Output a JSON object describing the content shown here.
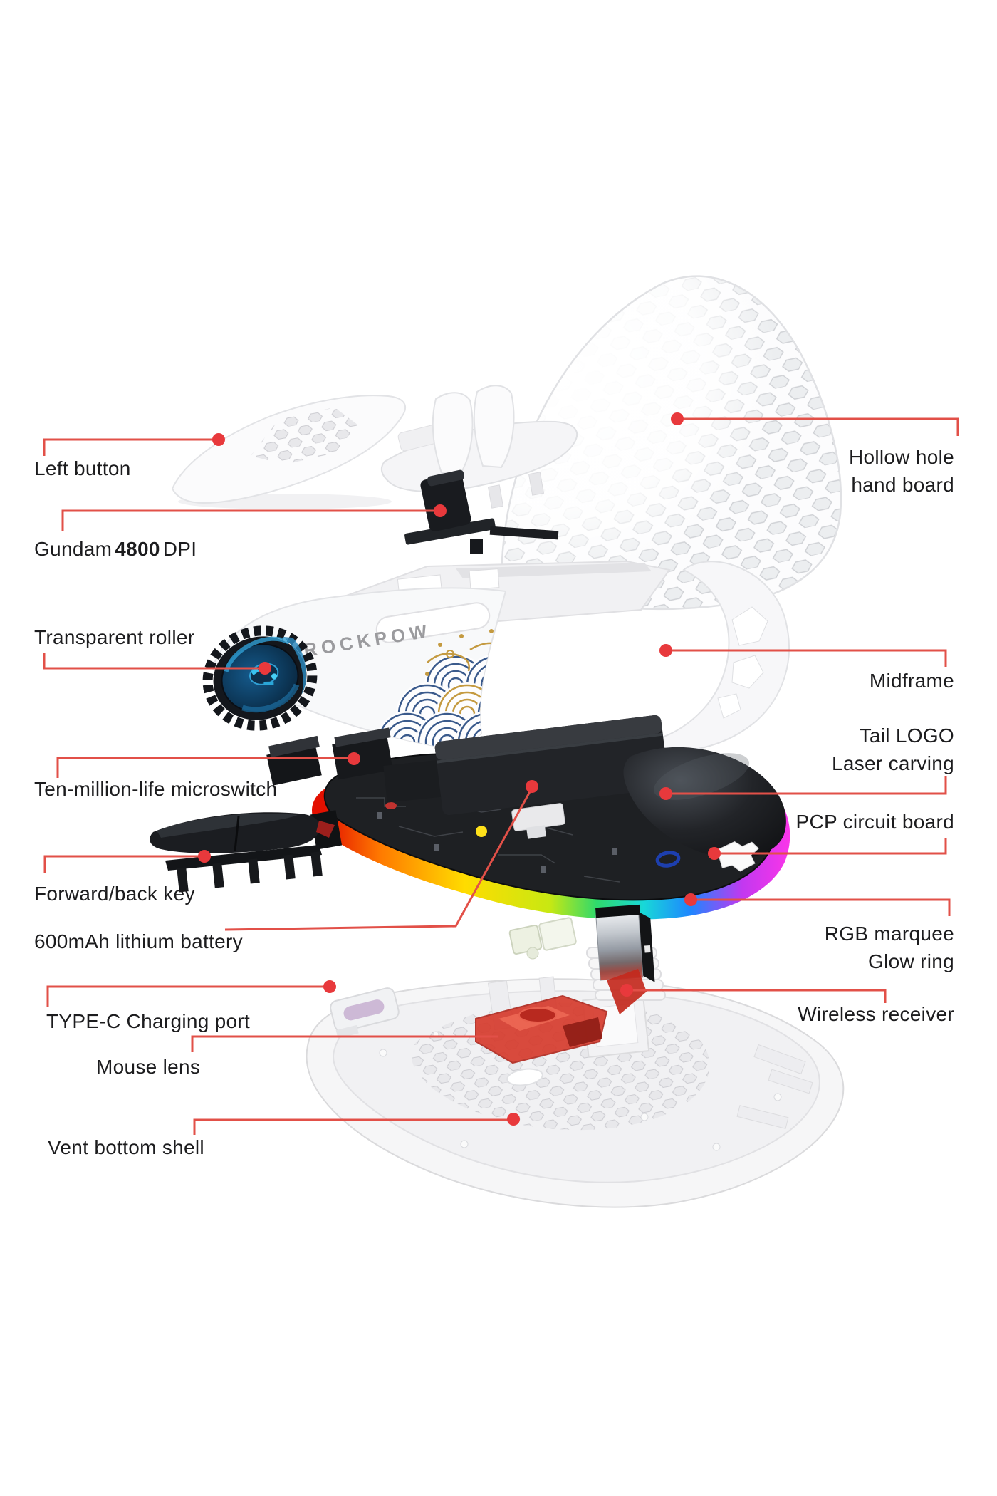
{
  "brand": {
    "logo_text": "ROCKPOW"
  },
  "dpi": {
    "prefix": "Gundam",
    "value": "4800",
    "suffix": "DPI"
  },
  "labels": {
    "left_button": "Left button",
    "transparent_roller": "Transparent roller",
    "microswitch": "Ten-million-life microswitch",
    "forward_back_key": "Forward/back key",
    "battery": "600mAh lithium battery",
    "type_c": "TYPE-C Charging port",
    "mouse_lens": "Mouse lens",
    "vent_bottom_shell": "Vent bottom shell",
    "hollow_hole_1": "Hollow hole",
    "hollow_hole_2": "hand board",
    "midframe": "Midframe",
    "tail_logo_1": "Tail LOGO",
    "tail_logo_2": "Laser carving",
    "pcp_board": "PCP circuit board",
    "rgb_1": "RGB marquee",
    "rgb_2": "Glow ring",
    "wireless_receiver": "Wireless receiver"
  },
  "colors": {
    "background": "#ffffff",
    "accent_dot": "#e8393c",
    "leader_line": "#e25048",
    "label_text": "#1c1c1e",
    "brand_text": "#9b9b9e",
    "roller_blue": "#1779b8",
    "rgb_ring": [
      "#e31000",
      "#ff7a00",
      "#ffdc00",
      "#c8e812",
      "#2fd96c",
      "#18d8d8",
      "#1e86ff",
      "#c238f0",
      "#ff35e8"
    ]
  }
}
